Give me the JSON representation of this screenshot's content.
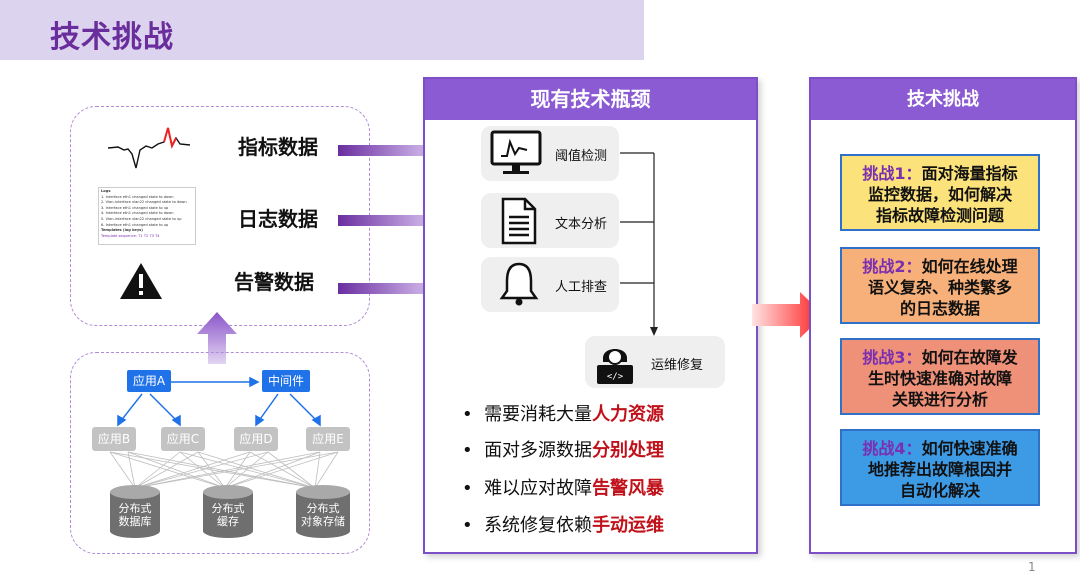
{
  "header": {
    "title": "技术挑战"
  },
  "sources": {
    "metric": "指标数据",
    "log": "日志数据",
    "alert": "告警数据"
  },
  "middle": {
    "title": "现有技术瓶颈",
    "tools": [
      "阈值检测",
      "文本分析",
      "人工排查"
    ],
    "repair": "运维修复",
    "bullets": [
      {
        "text": "需要消耗大量",
        "em": "人力资源"
      },
      {
        "text": "面对多源数据",
        "em": "分别处理"
      },
      {
        "text": "难以应对故障",
        "em": "告警风暴"
      },
      {
        "text": "系统修复依赖",
        "em": "手动运维"
      }
    ]
  },
  "right": {
    "title": "技术挑战",
    "challenges": [
      {
        "tag": "挑战1：",
        "lines": [
          "面对海量指标",
          "监控数据，如何解决",
          "指标故障检测问题"
        ],
        "color": "#fbe27a"
      },
      {
        "tag": "挑战2：",
        "lines": [
          "如何在线处理",
          "语义复杂、种类繁多",
          "的日志数据"
        ],
        "color": "#f7b07a"
      },
      {
        "tag": "挑战3：",
        "lines": [
          "如何在故障发",
          "生时快速准确对故障",
          "关联进行分析"
        ],
        "color": "#ef9078"
      },
      {
        "tag": "挑战4：",
        "lines": [
          "如何快速准确",
          "地推荐出故障根因并",
          "自动化解决"
        ],
        "color": "#3d9be6"
      }
    ]
  },
  "topology": {
    "top": [
      "应用A",
      "中间件"
    ],
    "apps": [
      "应用B",
      "应用C",
      "应用D",
      "应用E"
    ],
    "stores": [
      [
        "分布式",
        "数据库"
      ],
      [
        "分布式",
        "缓存"
      ],
      [
        "分布式",
        "对象存储"
      ]
    ]
  },
  "log_snippet": [
    "Logs",
    "1. Interface eth1 changed state to down",
    "2. Vlan-interface vlan22 changed state to down",
    "3. Interface eth1 changed state to up",
    "4. Interface eth1 changed state to down",
    "5. Vlan-interface vlan22 changed state to up",
    "6. Interface eth1 changed state to up",
    "Templates (log keys)",
    "Template sequence: T1 T2 T3 T4"
  ],
  "page_number": "1"
}
